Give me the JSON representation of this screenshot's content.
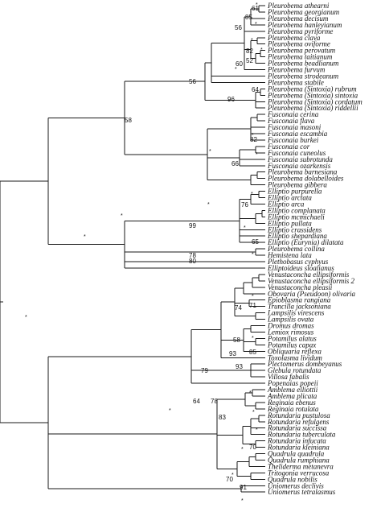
{
  "taxa": [
    "Pleurobema athearni",
    "Pleurobema georgianum",
    "Pleurobema decisum",
    "Pleurobema hanleyianum",
    "Pleurobema pyriforme",
    "Pleurobema clava",
    "Pleurobema oviforme",
    "Pleurobema perovatum",
    "Pleurobema taitianum",
    "Pleurobema beadlianum",
    "Pleurobema furvum",
    "Pleurobema strodeanum",
    "Pleurobema stabile",
    "Pleurobema (Sintoxia) rubrum",
    "Pleurobema (Sintoxia) sintoxia",
    "Pleurobema (Sintoxia) cordatum",
    "Pleurobema (Sintoxia) riddellii",
    "Fusconaia cerina",
    "Fusconaia flava",
    "Fusconaia masoni",
    "Fusconaia escambia",
    "Fusconaia burkei",
    "Fusconaia cor",
    "Fusconaia cuneolus",
    "Fusconaia subrotunda",
    "Fusconaia ozarkensis",
    "Pleurobema barnesiana",
    "Pleurobema dolabelloides",
    "Pleurobema gibbera",
    "Elliptio purpurella",
    "Elliptio arctata",
    "Elliptio arca",
    "Elliptio complanata",
    "Elliptio mcmichaeli",
    "Elliptio pullata",
    "Elliptio crassidens",
    "Elliptio shepardiana",
    "Elliptio (Eurynia) dilatata",
    "Pleurobema collina",
    "Hemistena lata",
    "Plethobasus cyphyus",
    "Elliptoideus sloatianus",
    "Venustaconcha ellipsiformis",
    "Venustaconcha ellipsiformis 2",
    "Venustaconcha pleasii",
    "Obovaria (Pseudoon) olivaria",
    "Epioblasma rangiana",
    "Truncilla jacksoniana",
    "Lampsilis virescens",
    "Lampsilis ovata",
    "Dromus dromas",
    "Lemiox rimosus",
    "Potamilus alatus",
    "Potamilus capax",
    "Obliquaria reflexa",
    "Toxolasma lividum",
    "Plectomerus dombeyanus",
    "Glebula rotundata",
    "Villosa fabalis",
    "Popenaias popeii",
    "Amblema elliottii",
    "Amblema plicata",
    "Reginaia ebenus",
    "Reginaia rotulata",
    "Rotundaria pustulosa",
    "Rotundaria refulgens",
    "Rotundaria succissa",
    "Rotundaria tuberculata",
    "Rotundaria infucata",
    "Rotundaria kleiniana",
    "Quadrula quadrula",
    "Quadrula rumphiana",
    "Theliderma metanevra",
    "Tritogonia verrucosa",
    "Quadrula nobilis",
    "Uniomerus declivis",
    "Uniomerus tetralasmus"
  ],
  "support_labels": [
    "61",
    "85",
    "56",
    "82",
    "52",
    "60",
    "56",
    "64",
    "96",
    "58",
    "82",
    "66",
    "99",
    "76",
    "65",
    "78",
    "80",
    "74",
    "71",
    "58",
    "85",
    "93",
    "93",
    "79",
    "78",
    "64",
    "83",
    "70",
    "70",
    "91"
  ],
  "star_symbol": "*"
}
